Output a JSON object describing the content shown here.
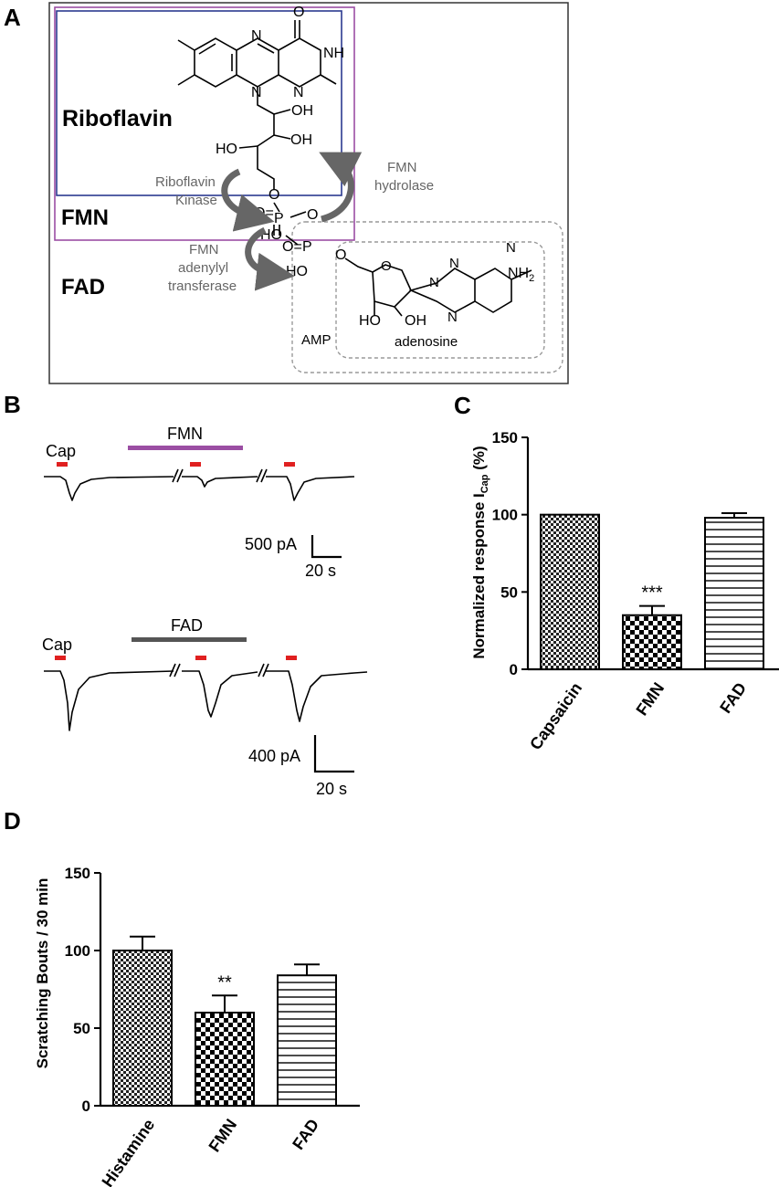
{
  "panel_labels": [
    "A",
    "B",
    "C",
    "D"
  ],
  "panelA": {
    "riboflavin_label": "Riboflavin",
    "fmn_label": "FMN",
    "fad_label": "FAD",
    "enzyme_kinase_line1": "Riboflavin",
    "enzyme_kinase_line2": "Kinase",
    "enzyme_hydrolase_line1": "FMN",
    "enzyme_hydrolase_line2": "hydrolase",
    "enzyme_transferase_line1": "FMN",
    "enzyme_transferase_line2": "adenylyl",
    "enzyme_transferase_line3": "transferase",
    "amp_label": "AMP",
    "adenosine_label": "adenosine",
    "atoms": {
      "o_top": "O",
      "nh": "NH",
      "n": "N",
      "n2": "N",
      "n3": "N",
      "oh1": "OH",
      "ho2": "HO",
      "oh3": "OH",
      "o_link": "O",
      "p1": "P",
      "o_eq1": "O=",
      "o_br": "O",
      "ho_p1": "HO",
      "p2": "P",
      "o_eq2": "O=",
      "o_link2": "O",
      "ho_p2": "HO",
      "o_ring": "O",
      "n_a1": "N",
      "n_a2": "N",
      "n_a3": "N",
      "n_a4": "N",
      "nh2": "NH",
      "nh2_sub": "2",
      "ho_s1": "HO",
      "oh_s2": "OH"
    },
    "colors": {
      "riboflavin_box": "#2b3a8f",
      "fmn_box": "#9b4ea3",
      "amp_box": "#999999"
    }
  },
  "panelB": {
    "trace1": {
      "stimulus_label": "Cap",
      "drug_label": "FMN",
      "drug_color": "#9b4ea3",
      "scale_current": "500 pA",
      "scale_time": "20 s"
    },
    "trace2": {
      "stimulus_label": "Cap",
      "drug_label": "FAD",
      "drug_color": "#555555",
      "scale_current": "400 pA",
      "scale_time": "20 s"
    },
    "cap_marker_color": "#e02020"
  },
  "chart_data": [
    {
      "panel": "C",
      "type": "bar",
      "categories": [
        "Capsaicin",
        "FMN",
        "FAD"
      ],
      "values": [
        100,
        35,
        98
      ],
      "errors": [
        0,
        6,
        3
      ],
      "patterns": [
        "checker-fine",
        "checker-coarse",
        "horizontal-lines"
      ],
      "significance": [
        "",
        "***",
        ""
      ],
      "ylabel_main": "Normalized response I",
      "ylabel_sub": "Cap",
      "ylabel_tail": " (%)",
      "ylim": [
        0,
        150
      ],
      "yticks": [
        0,
        50,
        100,
        150
      ]
    },
    {
      "panel": "D",
      "type": "bar",
      "categories": [
        "Histamine",
        "FMN",
        "FAD"
      ],
      "values": [
        100,
        60,
        84
      ],
      "errors": [
        9,
        11,
        7
      ],
      "patterns": [
        "checker-fine",
        "checker-coarse",
        "horizontal-lines"
      ],
      "significance": [
        "",
        "**",
        ""
      ],
      "ylabel": "Scratching Bouts / 30 min",
      "ylim": [
        0,
        150
      ],
      "yticks": [
        0,
        50,
        100,
        150
      ]
    }
  ]
}
